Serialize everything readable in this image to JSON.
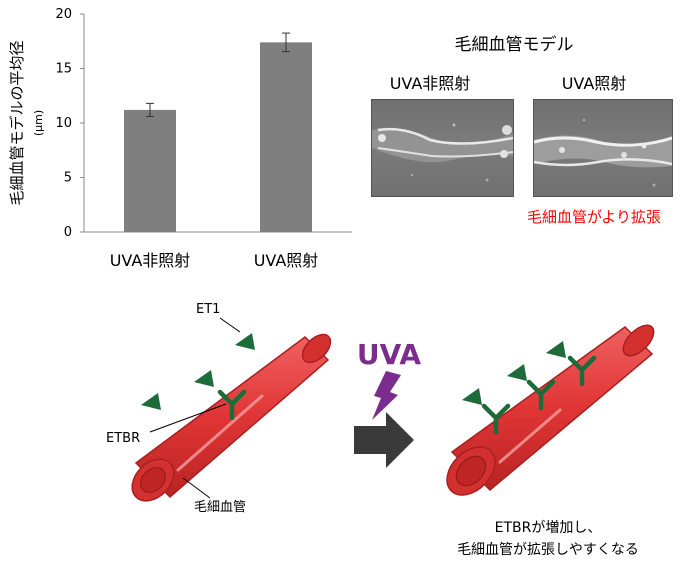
{
  "chart_data": {
    "type": "bar",
    "categories": [
      "UVA非照射",
      "UVA照射"
    ],
    "values": [
      11.2,
      17.4
    ],
    "errors": [
      0.6,
      0.85
    ],
    "ylabel": "毛細血管モデルの平均径",
    "yunit": "(μm)",
    "ylim": [
      0,
      20
    ],
    "yticks": [
      0,
      5,
      10,
      15,
      20
    ],
    "grid": false,
    "bar_color": "#7f7f7f"
  },
  "micro": {
    "title": "毛細血管モデル",
    "label_left": "UVA非照射",
    "label_right": "UVA照射",
    "caption": "毛細血管がより拡張"
  },
  "diagram": {
    "et1_label": "ET1",
    "etbr_label": "ETBR",
    "vessel_label": "毛細血管",
    "uva_label": "UVA",
    "result_line1": "ETBRが増加し、",
    "result_line2": "毛細血管が拡張しやすくなる"
  },
  "colors": {
    "vessel": "#e03535",
    "vessel_dark": "#b92424",
    "receptor": "#1e6b3a",
    "uva": "#7b2d8e",
    "arrow": "#3a3a3a",
    "caption_red": "#ff0000"
  }
}
